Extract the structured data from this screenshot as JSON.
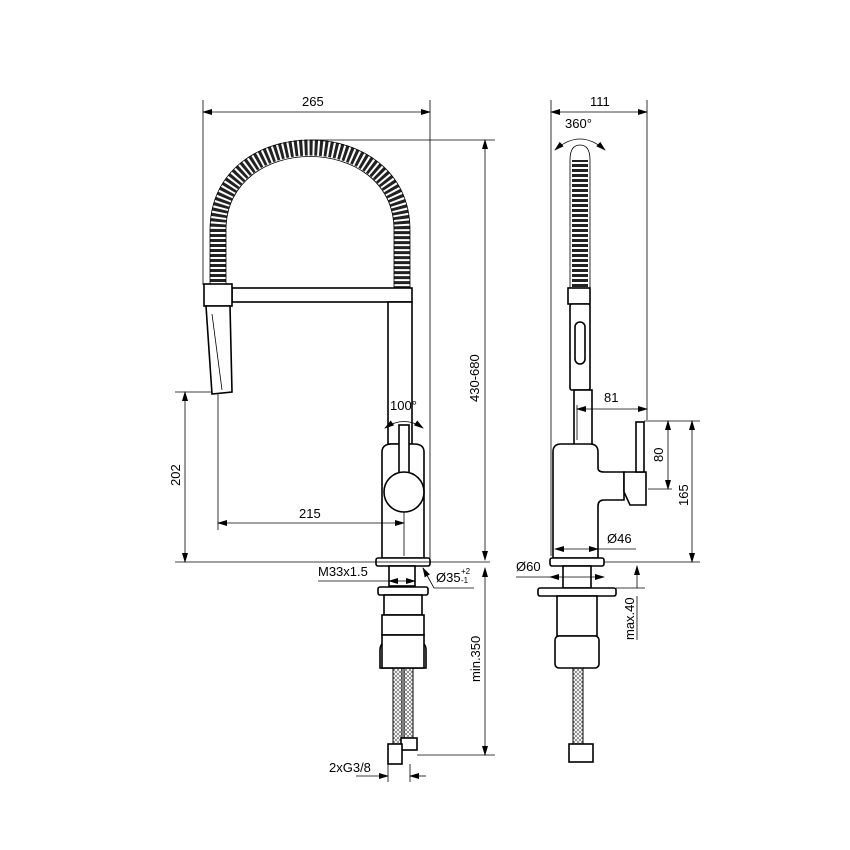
{
  "front_view": {
    "width": "265",
    "height": "430-680",
    "spray_height": "202",
    "reach": "215",
    "lever_rotation": "100°",
    "thread": "M33x1.5",
    "hole_diameter": "Ø35",
    "hole_tol_plus": "+2",
    "hole_tol_minus": "-1",
    "hose_length": "min.350",
    "connections": "2xG3/8"
  },
  "side_view": {
    "depth": "111",
    "rotation": "360°",
    "lever_offset": "81",
    "lever_length": "80",
    "lever_height": "165",
    "body_diameter": "Ø46",
    "base_diameter": "Ø60",
    "max_thickness": "max.40"
  }
}
